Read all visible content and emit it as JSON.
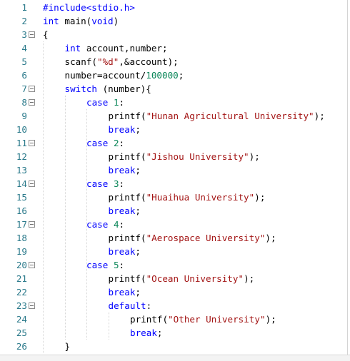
{
  "code_lines": [
    {
      "n": "1",
      "indent": 0,
      "fold": false,
      "tokens": [
        {
          "t": "#include<stdio.h>",
          "c": "pp"
        }
      ]
    },
    {
      "n": "2",
      "indent": 0,
      "fold": false,
      "tokens": [
        {
          "t": "int",
          "c": "kw"
        },
        {
          "t": " main(",
          "c": ""
        },
        {
          "t": "void",
          "c": "kw"
        },
        {
          "t": ")",
          "c": ""
        }
      ]
    },
    {
      "n": "3",
      "indent": 0,
      "fold": true,
      "tokens": [
        {
          "t": "{",
          "c": ""
        }
      ]
    },
    {
      "n": "4",
      "indent": 1,
      "fold": false,
      "tokens": [
        {
          "t": "int",
          "c": "kw"
        },
        {
          "t": " account,number;",
          "c": ""
        }
      ]
    },
    {
      "n": "5",
      "indent": 1,
      "fold": false,
      "tokens": [
        {
          "t": "scanf(",
          "c": ""
        },
        {
          "t": "\"%d\"",
          "c": "str"
        },
        {
          "t": ",&account);",
          "c": ""
        }
      ]
    },
    {
      "n": "6",
      "indent": 1,
      "fold": false,
      "tokens": [
        {
          "t": "number=account/",
          "c": ""
        },
        {
          "t": "100000",
          "c": "num"
        },
        {
          "t": ";",
          "c": ""
        }
      ]
    },
    {
      "n": "7",
      "indent": 1,
      "fold": true,
      "tokens": [
        {
          "t": "switch",
          "c": "kw"
        },
        {
          "t": " (number){",
          "c": ""
        }
      ]
    },
    {
      "n": "8",
      "indent": 2,
      "fold": true,
      "tokens": [
        {
          "t": "case",
          "c": "kw"
        },
        {
          "t": " ",
          "c": ""
        },
        {
          "t": "1",
          "c": "num"
        },
        {
          "t": ":",
          "c": ""
        }
      ]
    },
    {
      "n": "9",
      "indent": 3,
      "fold": false,
      "tokens": [
        {
          "t": "printf(",
          "c": ""
        },
        {
          "t": "\"Hunan Agricultural University\"",
          "c": "str"
        },
        {
          "t": ");",
          "c": ""
        }
      ]
    },
    {
      "n": "10",
      "indent": 3,
      "fold": false,
      "tokens": [
        {
          "t": "break",
          "c": "kw"
        },
        {
          "t": ";",
          "c": ""
        }
      ]
    },
    {
      "n": "11",
      "indent": 2,
      "fold": true,
      "tokens": [
        {
          "t": "case",
          "c": "kw"
        },
        {
          "t": " ",
          "c": ""
        },
        {
          "t": "2",
          "c": "num"
        },
        {
          "t": ":",
          "c": ""
        }
      ]
    },
    {
      "n": "12",
      "indent": 3,
      "fold": false,
      "tokens": [
        {
          "t": "printf(",
          "c": ""
        },
        {
          "t": "\"Jishou University\"",
          "c": "str"
        },
        {
          "t": ");",
          "c": ""
        }
      ]
    },
    {
      "n": "13",
      "indent": 3,
      "fold": false,
      "tokens": [
        {
          "t": "break",
          "c": "kw"
        },
        {
          "t": ";",
          "c": ""
        }
      ]
    },
    {
      "n": "14",
      "indent": 2,
      "fold": true,
      "tokens": [
        {
          "t": "case",
          "c": "kw"
        },
        {
          "t": " ",
          "c": ""
        },
        {
          "t": "3",
          "c": "num"
        },
        {
          "t": ":",
          "c": ""
        }
      ]
    },
    {
      "n": "15",
      "indent": 3,
      "fold": false,
      "tokens": [
        {
          "t": "printf(",
          "c": ""
        },
        {
          "t": "\"Huaihua University\"",
          "c": "str"
        },
        {
          "t": ");",
          "c": ""
        }
      ]
    },
    {
      "n": "16",
      "indent": 3,
      "fold": false,
      "tokens": [
        {
          "t": "break",
          "c": "kw"
        },
        {
          "t": ";",
          "c": ""
        }
      ]
    },
    {
      "n": "17",
      "indent": 2,
      "fold": true,
      "tokens": [
        {
          "t": "case",
          "c": "kw"
        },
        {
          "t": " ",
          "c": ""
        },
        {
          "t": "4",
          "c": "num"
        },
        {
          "t": ":",
          "c": ""
        }
      ]
    },
    {
      "n": "18",
      "indent": 3,
      "fold": false,
      "tokens": [
        {
          "t": "printf(",
          "c": ""
        },
        {
          "t": "\"Aerospace University\"",
          "c": "str"
        },
        {
          "t": ");",
          "c": ""
        }
      ]
    },
    {
      "n": "19",
      "indent": 3,
      "fold": false,
      "tokens": [
        {
          "t": "break",
          "c": "kw"
        },
        {
          "t": ";",
          "c": ""
        }
      ]
    },
    {
      "n": "20",
      "indent": 2,
      "fold": true,
      "tokens": [
        {
          "t": "case",
          "c": "kw"
        },
        {
          "t": " ",
          "c": ""
        },
        {
          "t": "5",
          "c": "num"
        },
        {
          "t": ":",
          "c": ""
        }
      ]
    },
    {
      "n": "21",
      "indent": 3,
      "fold": false,
      "tokens": [
        {
          "t": "printf(",
          "c": ""
        },
        {
          "t": "\"Ocean University\"",
          "c": "str"
        },
        {
          "t": ");",
          "c": ""
        }
      ]
    },
    {
      "n": "22",
      "indent": 3,
      "fold": false,
      "tokens": [
        {
          "t": "break",
          "c": "kw"
        },
        {
          "t": ";",
          "c": ""
        }
      ]
    },
    {
      "n": "23",
      "indent": 3,
      "fold": true,
      "tokens": [
        {
          "t": "default",
          "c": "kw"
        },
        {
          "t": ":",
          "c": ""
        }
      ]
    },
    {
      "n": "24",
      "indent": 4,
      "fold": false,
      "tokens": [
        {
          "t": "printf(",
          "c": ""
        },
        {
          "t": "\"Other University\"",
          "c": "str"
        },
        {
          "t": ");",
          "c": ""
        }
      ]
    },
    {
      "n": "25",
      "indent": 4,
      "fold": false,
      "tokens": [
        {
          "t": "break",
          "c": "kw"
        },
        {
          "t": ";",
          "c": ""
        }
      ]
    },
    {
      "n": "26",
      "indent": 1,
      "fold": false,
      "tokens": [
        {
          "t": "}",
          "c": ""
        }
      ]
    }
  ],
  "colors": {
    "keyword": "#0000ff",
    "string": "#a31515",
    "number": "#098658",
    "line_number": "#2b7a8b"
  }
}
